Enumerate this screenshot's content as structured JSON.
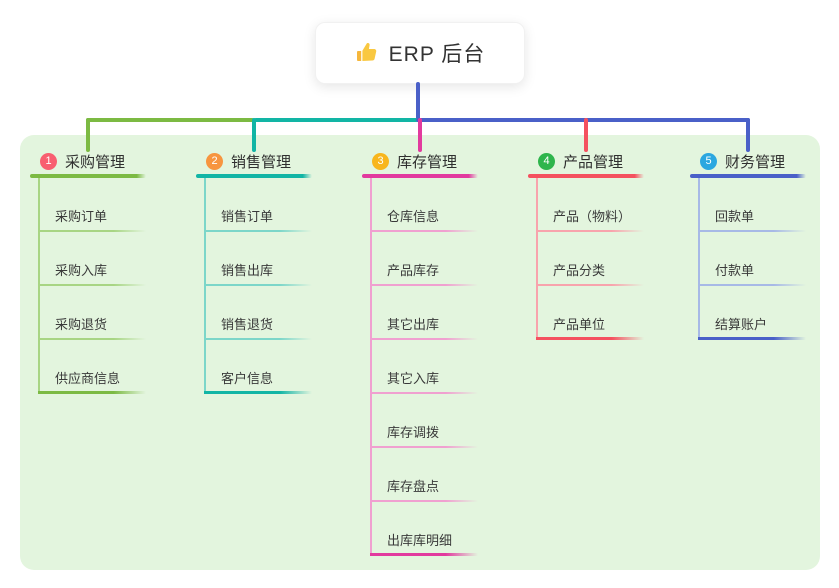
{
  "root": {
    "title": "ERP 后台",
    "icon": "thumbs-up",
    "icon_color": "#f6b73c"
  },
  "branches": [
    {
      "badge": "1",
      "title": "采购管理",
      "color": "#7cba43",
      "color_light": "#a8d584",
      "badge_color": "#f85f70",
      "children": [
        "采购订单",
        "采购入库",
        "采购退货",
        "供应商信息"
      ]
    },
    {
      "badge": "2",
      "title": "销售管理",
      "color": "#12b5a5",
      "color_light": "#7cd6c9",
      "badge_color": "#f7953f",
      "children": [
        "销售订单",
        "销售出库",
        "销售退货",
        "客户信息"
      ]
    },
    {
      "badge": "3",
      "title": "库存管理",
      "color": "#e23a9e",
      "color_light": "#f0a0d0",
      "badge_color": "#f8b61c",
      "children": [
        "仓库信息",
        "产品库存",
        "其它出库",
        "其它入库",
        "库存调拨",
        "库存盘点",
        "出库库明细"
      ]
    },
    {
      "badge": "4",
      "title": "产品管理",
      "color": "#f4515f",
      "color_light": "#f8a3ac",
      "badge_color": "#2eb54c",
      "children": [
        "产品（物料）",
        "产品分类",
        "产品单位"
      ]
    },
    {
      "badge": "5",
      "title": "财务管理",
      "color": "#4a60c8",
      "color_light": "#a7b9e6",
      "badge_color": "#2ba7e0",
      "children": [
        "回款单",
        "付款单",
        "结算账户"
      ]
    }
  ],
  "colors": {
    "panel_bg": "#e3f5de",
    "root_connector": "#4a60c8",
    "text": "#333333"
  }
}
